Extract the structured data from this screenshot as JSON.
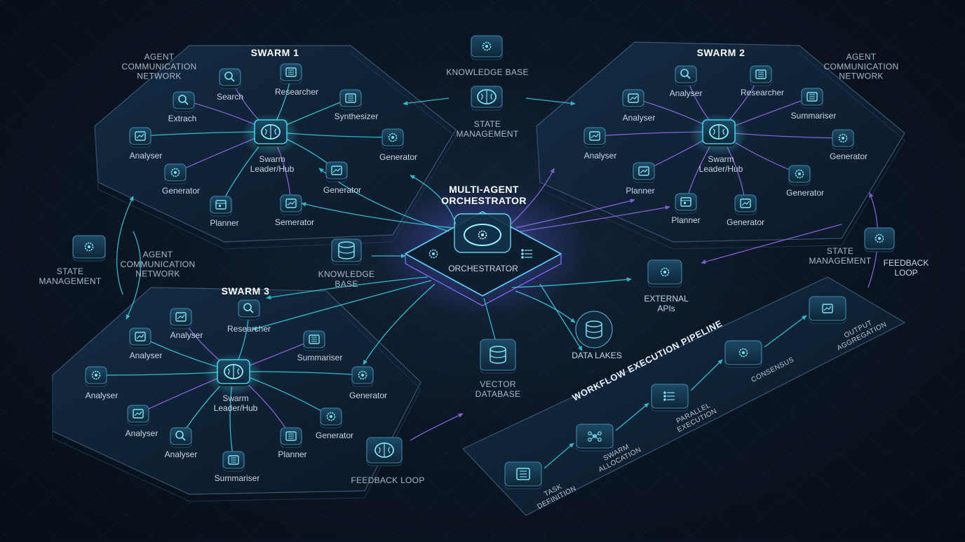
{
  "colors": {
    "cyan": "#35d6e8",
    "violet": "#9a6cf2",
    "panel": "#0f1f30",
    "panel_edge": "#3a5572",
    "node_fill": "#12324a"
  },
  "swarms": [
    {
      "title": "SWARM 1",
      "network_label": [
        "AGENT",
        "COMMUNICATION",
        "NETWORK"
      ],
      "hub_label": [
        "Swarm",
        "Leader/Hub"
      ],
      "agents": [
        {
          "label": "Search",
          "icon": "search-icon"
        },
        {
          "label": "Researcher",
          "icon": "document-icon"
        },
        {
          "label": "Synthesizer",
          "icon": "document-icon"
        },
        {
          "label": "Extrach",
          "icon": "search-icon"
        },
        {
          "label": "Generator",
          "icon": "gear-icon"
        },
        {
          "label": "Analyser",
          "icon": "chart-icon"
        },
        {
          "label": "Generator",
          "icon": "gear-icon"
        },
        {
          "label": "Generator",
          "icon": "chart-icon"
        },
        {
          "label": "Planner",
          "icon": "calendar-icon"
        },
        {
          "label": "Semerator",
          "icon": "chart-icon"
        }
      ]
    },
    {
      "title": "SWARM 2",
      "network_label": [
        "AGENT",
        "COMMUNICATION",
        "NETWORK"
      ],
      "hub_label": [
        "Swarm",
        "Leader/Hub"
      ],
      "agents": [
        {
          "label": "Analyser",
          "icon": "search-icon"
        },
        {
          "label": "Researcher",
          "icon": "document-icon"
        },
        {
          "label": "Summariser",
          "icon": "document-icon"
        },
        {
          "label": "Analyser",
          "icon": "chart-icon"
        },
        {
          "label": "Generator",
          "icon": "gear-icon"
        },
        {
          "label": "Analyser",
          "icon": "chart-icon"
        },
        {
          "label": "Generator",
          "icon": "gear-icon"
        },
        {
          "label": "Planner",
          "icon": "chart-icon"
        },
        {
          "label": "Planner",
          "icon": "calendar-icon"
        },
        {
          "label": "Generator",
          "icon": "chart-icon"
        }
      ]
    },
    {
      "title": "SWARM 3",
      "hub_label": [
        "Swarm",
        "Leader/Hub"
      ],
      "agents": [
        {
          "label": "Analyser",
          "icon": "chart-icon"
        },
        {
          "label": "Researcher",
          "icon": "search-icon"
        },
        {
          "label": "Analyser",
          "icon": "chart-icon"
        },
        {
          "label": "Summariser",
          "icon": "document-icon"
        },
        {
          "label": "Analyser",
          "icon": "gear-icon"
        },
        {
          "label": "Generator",
          "icon": "gear-icon"
        },
        {
          "label": "Analyser",
          "icon": "chart-icon"
        },
        {
          "label": "Generator",
          "icon": "gear-icon"
        },
        {
          "label": "Analyser",
          "icon": "search-icon"
        },
        {
          "label": "Planner",
          "icon": "document-icon"
        },
        {
          "label": "Summariser",
          "icon": "document-icon"
        }
      ]
    }
  ],
  "orchestrator": {
    "title": [
      "MULTI-AGENT",
      "ORCHESTRATOR"
    ],
    "label": "ORCHESTRATOR"
  },
  "services": {
    "knowledge_base_top": "KNOWLEDGE BASE",
    "state_management_top": [
      "STATE",
      "MANAGEMENT"
    ],
    "knowledge_base_mid": [
      "KNOWLEDGE",
      "BASE"
    ],
    "state_management_left": [
      "STATE",
      "MANAGEMENT"
    ],
    "agent_network_left": [
      "AGENT",
      "COMMUNICATION",
      "NETWORK"
    ],
    "vector_database": [
      "VECTOR",
      "DATABASE"
    ],
    "data_lakes": "DATA LAKES",
    "external_apis": [
      "EXTERNAL",
      "APIs"
    ],
    "feedback_loop_bottom": "FEEDBACK LOOP",
    "state_management_right": [
      "STATE",
      "MANAGEMENT"
    ],
    "feedback_loop_right": [
      "FEEDBACK",
      "LOOP"
    ]
  },
  "pipeline": {
    "title": "WORKFLOW EXECUTION PIPELINE",
    "stages": [
      {
        "label": [
          "TASK",
          "DEFINITION"
        ],
        "icon": "checklist-icon"
      },
      {
        "label": [
          "SWARM",
          "ALLOCATION"
        ],
        "icon": "network-icon"
      },
      {
        "label": [
          "PARALLEL",
          "EXECUTION"
        ],
        "icon": "parallel-icon"
      },
      {
        "label": [
          "CONSENSUS"
        ],
        "icon": "gear-icon"
      },
      {
        "label": [
          "OUTPUT",
          "AGGREGATION"
        ],
        "icon": "chart-icon"
      }
    ]
  }
}
